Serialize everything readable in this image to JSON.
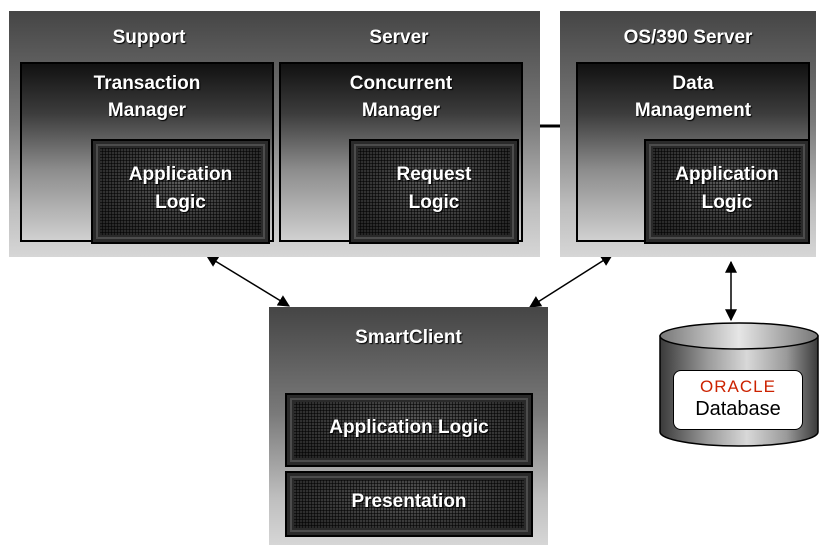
{
  "support_server": {
    "title_left": "Support",
    "title_right": "Server",
    "transaction_manager": {
      "label_line1": "Transaction",
      "label_line2": "Manager",
      "logic_line1": "Application",
      "logic_line2": "Logic"
    },
    "concurrent_manager": {
      "label_line1": "Concurrent",
      "label_line2": "Manager",
      "logic_line1": "Request",
      "logic_line2": "Logic"
    }
  },
  "os390_server": {
    "title": "OS/390 Server",
    "data_management": {
      "label_line1": "Data",
      "label_line2": "Management",
      "logic_line1": "Application",
      "logic_line2": "Logic"
    }
  },
  "smartclient": {
    "title": "SmartClient",
    "application_logic": "Application Logic",
    "presentation": "Presentation"
  },
  "database": {
    "brand": "ORACLE",
    "label": "Database"
  },
  "colors": {
    "oracle_red": "#cc2200",
    "line": "#000000"
  }
}
